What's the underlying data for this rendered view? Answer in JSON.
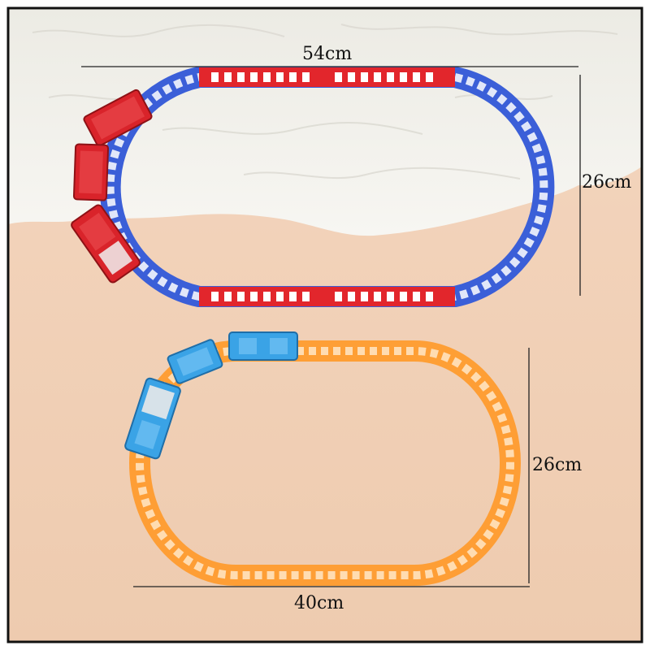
{
  "dimensions": {
    "top_track_width": "54cm",
    "top_track_height": "26cm",
    "bottom_track_height": "26cm",
    "bottom_track_width": "40cm"
  },
  "colors": {
    "frame_border": "#111111",
    "foam": "#f2f1ec",
    "sand": "#f1cfb4",
    "track_blue": "#3b5fd8",
    "track_red": "#e2262c",
    "track_orange": "#ff9a2a",
    "train_red": "#d9232a",
    "train_blue": "#3aa3e6",
    "dimension_line": "#222222"
  }
}
